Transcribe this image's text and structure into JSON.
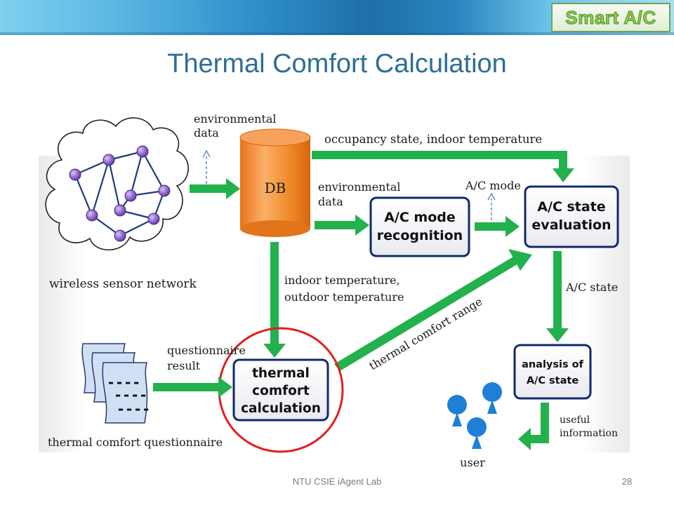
{
  "header": {
    "badge": "Smart A/C"
  },
  "title": "Thermal Comfort Calculation",
  "diagram": {
    "db": "DB",
    "boxes": {
      "mode_recognition": [
        "A/C mode",
        "recognition"
      ],
      "state_evaluation": [
        "A/C state",
        "evaluation"
      ],
      "thermal_comfort_calc": [
        "thermal",
        "comfort",
        "calculation"
      ],
      "analysis": [
        "analysis of",
        "A/C state"
      ]
    },
    "labels": {
      "env_data_top": [
        "environmental",
        "data"
      ],
      "occupancy": "occupancy state, indoor temperature",
      "env_data_mid": [
        "environmental",
        "data"
      ],
      "ac_mode": "A/C mode",
      "wsn": "wireless sensor network",
      "indoor_outdoor": [
        "indoor temperature,",
        "outdoor temperature"
      ],
      "ac_state": "A/C state",
      "thermal_range": "thermal comfort range",
      "questionnaire_result": [
        "questionnaire",
        "result"
      ],
      "questionnaire": "thermal comfort questionnaire",
      "useful_info": [
        "useful",
        "information"
      ],
      "user": "user"
    },
    "doc_lines": [
      "----",
      "----",
      "----"
    ],
    "colors": {
      "arrow": "#22b14c",
      "box_border": "#0f2a6b",
      "highlight_circle": "#e02020",
      "db": "#f08a2a",
      "node": "#8a5fc9",
      "user": "#1e7fd6"
    }
  },
  "footer": {
    "lab": "NTU CSIE iAgent Lab",
    "page": "28"
  }
}
